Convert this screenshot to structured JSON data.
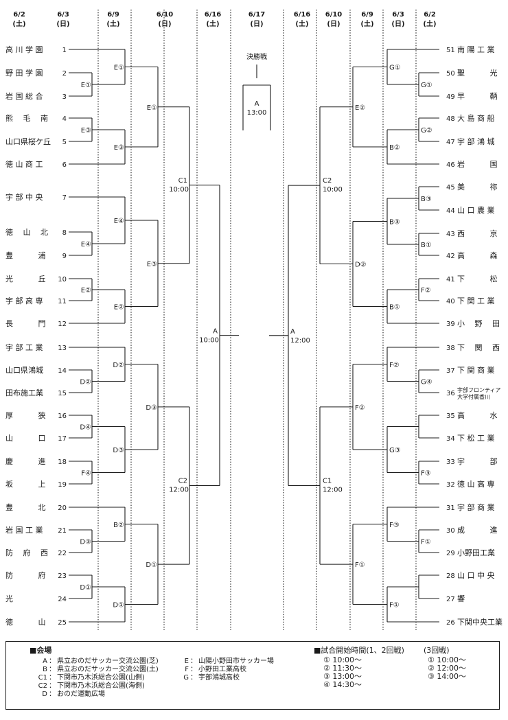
{
  "dates": {
    "left": [
      {
        "date": "6/2",
        "day": "(土)"
      },
      {
        "date": "6/3",
        "day": "(日)"
      },
      {
        "date": "6/9",
        "day": "(土)"
      },
      {
        "date": "6/10",
        "day": "(日)"
      },
      {
        "date": "6/16",
        "day": "(土)"
      }
    ],
    "center": {
      "date": "6/17",
      "day": "(日)"
    },
    "right": [
      {
        "date": "6/16",
        "day": "(土)"
      },
      {
        "date": "6/10",
        "day": "(日)"
      },
      {
        "date": "6/9",
        "day": "(土)"
      },
      {
        "date": "6/3",
        "day": "(日)"
      },
      {
        "date": "6/2",
        "day": "(土)"
      }
    ]
  },
  "final": {
    "title": "決勝戦",
    "venue": "A",
    "time": "13:00"
  },
  "left_teams": [
    {
      "num": "1",
      "name": "高 川 学 園"
    },
    {
      "num": "2",
      "name": "野 田 学 園"
    },
    {
      "num": "3",
      "name": "岩 国 総 合"
    },
    {
      "num": "4",
      "name": "熊　 毛　 南"
    },
    {
      "num": "5",
      "name": "山口県桜ケ丘"
    },
    {
      "num": "6",
      "name": "徳 山 商 工"
    },
    {
      "num": "7",
      "name": "宇 部 中 央"
    },
    {
      "num": "8",
      "name": "徳　 山　 北"
    },
    {
      "num": "9",
      "name": "豊　　　 浦"
    },
    {
      "num": "10",
      "name": "光　　　 丘"
    },
    {
      "num": "11",
      "name": "宇 部 高 専"
    },
    {
      "num": "12",
      "name": "長　　　 門"
    },
    {
      "num": "13",
      "name": "宇 部 工 業"
    },
    {
      "num": "14",
      "name": "山口県鴻城"
    },
    {
      "num": "15",
      "name": "田布施工業"
    },
    {
      "num": "16",
      "name": "厚　　　 狭"
    },
    {
      "num": "17",
      "name": "山　　　 口"
    },
    {
      "num": "18",
      "name": "慶　　　 進"
    },
    {
      "num": "19",
      "name": "坂　　　 上"
    },
    {
      "num": "20",
      "name": "豊　　　 北"
    },
    {
      "num": "21",
      "name": "岩 国 工 業"
    },
    {
      "num": "22",
      "name": "防　 府　 西"
    },
    {
      "num": "23",
      "name": "防　　　 府"
    },
    {
      "num": "24",
      "name": "光"
    },
    {
      "num": "25",
      "name": "徳　　　 山"
    }
  ],
  "right_teams": [
    {
      "num": "51",
      "name": "南 陽 工 業"
    },
    {
      "num": "50",
      "name": "聖　　　 光"
    },
    {
      "num": "49",
      "name": "早　　　 鞆"
    },
    {
      "num": "48",
      "name": "大 島 商 船"
    },
    {
      "num": "47",
      "name": "宇 部 鴻 城"
    },
    {
      "num": "46",
      "name": "岩　　　 国"
    },
    {
      "num": "45",
      "name": "美　　　 祢"
    },
    {
      "num": "44",
      "name": "山 口 農 業"
    },
    {
      "num": "43",
      "name": "西　　　 京"
    },
    {
      "num": "42",
      "name": "高　　　 森"
    },
    {
      "num": "41",
      "name": "下　　　 松"
    },
    {
      "num": "40",
      "name": "下 関 工 業"
    },
    {
      "num": "39",
      "name": "小　 野　 田"
    },
    {
      "num": "38",
      "name": "下　 関　 西"
    },
    {
      "num": "37",
      "name": "下 関 商 業"
    },
    {
      "num": "36",
      "name": "宇部フロンティア",
      "name2": "大学付属香川"
    },
    {
      "num": "35",
      "name": "高　　　 水"
    },
    {
      "num": "34",
      "name": "下 松 工 業"
    },
    {
      "num": "33",
      "name": "宇　　　 部"
    },
    {
      "num": "32",
      "name": "徳 山 高 専"
    },
    {
      "num": "31",
      "name": "宇 部 商 業"
    },
    {
      "num": "30",
      "name": "成　　　 進"
    },
    {
      "num": "29",
      "name": "小野田工業"
    },
    {
      "num": "28",
      "name": "山 口 中 央"
    },
    {
      "num": "27",
      "name": "響"
    },
    {
      "num": "26",
      "name": "下関中央工業"
    }
  ],
  "left_matches": {
    "r1": [
      "E①",
      "E③",
      "E④",
      "E②",
      "D②",
      "D④",
      "F④",
      "D③",
      "D①"
    ],
    "r2": [
      "E①",
      "E③",
      "E④",
      "E②",
      "D②",
      "D③",
      "B②",
      "D①"
    ],
    "r3": [
      "E①",
      "E③",
      "D③",
      "D①"
    ],
    "r4": [
      {
        "venue": "C1",
        "time": "10:00"
      },
      {
        "venue": "C2",
        "time": "12:00"
      }
    ],
    "semi": {
      "venue": "A",
      "time": "10:00"
    }
  },
  "right_matches": {
    "r1": [
      "G①",
      "G②",
      "B③",
      "B①",
      "F②",
      "G④",
      "F③",
      "F①"
    ],
    "r2": [
      "G①",
      "G②",
      "B②",
      "B③",
      "B①",
      "F②",
      "G③",
      "G③",
      "F③",
      "F①"
    ],
    "r3": [
      "E②",
      "D②",
      "F②",
      "F①"
    ],
    "r4": [
      {
        "venue": "C2",
        "time": "10:00"
      },
      {
        "venue": "C1",
        "time": "12:00"
      }
    ],
    "semi": {
      "venue": "A",
      "time": "12:00"
    }
  },
  "legend": {
    "title": "■会場",
    "venues": [
      {
        "code": "A",
        "sep": "：",
        "name": "県立おのだサッカー交流公園(芝)"
      },
      {
        "code": "B",
        "sep": "：",
        "name": "県立おのだサッカー交流公園(土)"
      },
      {
        "code": "C1",
        "sep": "：",
        "name": "下関市乃木浜総合公園(山側)"
      },
      {
        "code": "C2",
        "sep": "：",
        "name": "下関市乃木浜総合公園(海側)"
      },
      {
        "code": "D",
        "sep": "：",
        "name": "おのだ運動広場"
      },
      {
        "code": "E",
        "sep": "：",
        "name": "山陽小野田市サッカー場"
      },
      {
        "code": "F",
        "sep": "：",
        "name": "小野田工業高校"
      },
      {
        "code": "G",
        "sep": "：",
        "name": "宇部鴻城高校"
      }
    ],
    "times_title": "■試合開始時間(1、2回戦)",
    "times_r12": [
      "① 10:00～",
      "② 11:30～",
      "③ 13:00～",
      "④ 14:30～"
    ],
    "times_r3_title": "(3回戦)",
    "times_r3": [
      "① 10:00～",
      "② 12:00～",
      "③ 14:00～"
    ]
  }
}
